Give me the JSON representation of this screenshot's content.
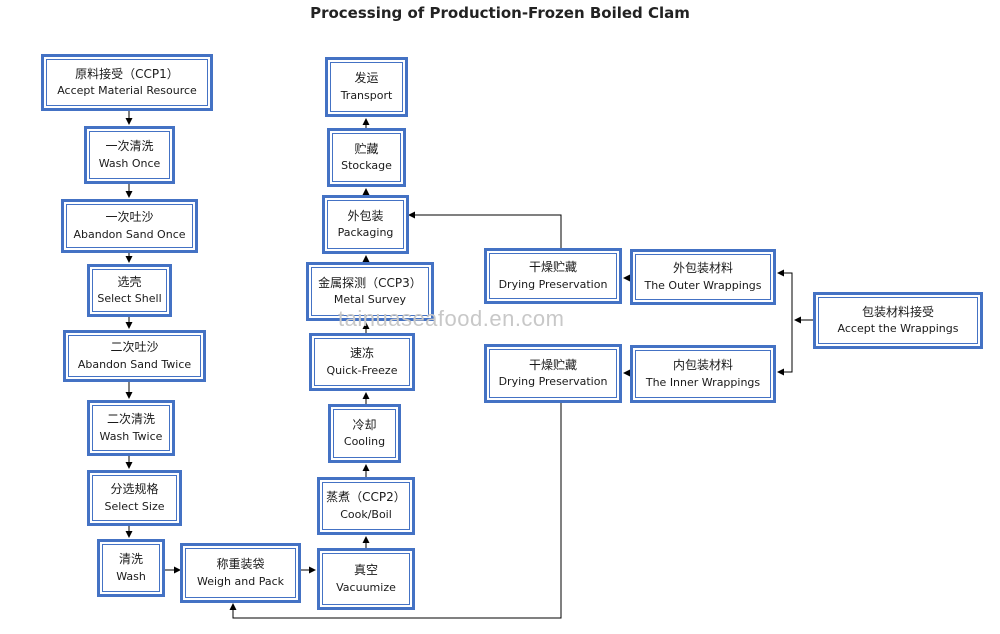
{
  "title": "Processing of Production-Frozen Boiled Clam",
  "watermark": "tainuaseafood.en.com",
  "colors": {
    "box_border": "#4472c4",
    "arrow": "#000000"
  },
  "nodes": {
    "accept_material": {
      "zh": "原料接受（CCP1）",
      "en": "Accept Material Resource"
    },
    "wash_once": {
      "zh": "一次清洗",
      "en": "Wash Once"
    },
    "abandon_sand_once": {
      "zh": "一次吐沙",
      "en": "Abandon Sand Once"
    },
    "select_shell": {
      "zh": "选壳",
      "en": "Select Shell"
    },
    "abandon_sand_twice": {
      "zh": "二次吐沙",
      "en": "Abandon Sand Twice"
    },
    "wash_twice": {
      "zh": "二次清洗",
      "en": "Wash Twice"
    },
    "select_size": {
      "zh": "分选规格",
      "en": "Select Size"
    },
    "wash": {
      "zh": "清洗",
      "en": "Wash"
    },
    "weigh_pack": {
      "zh": "称重装袋",
      "en": "Weigh and Pack"
    },
    "vacuumize": {
      "zh": "真空",
      "en": "Vacuumize"
    },
    "cook_boil": {
      "zh": "蒸煮（CCP2）",
      "en": "Cook/Boil"
    },
    "cooling": {
      "zh": "冷却",
      "en": "Cooling"
    },
    "quick_freeze": {
      "zh": "速冻",
      "en": "Quick-Freeze"
    },
    "metal_survey": {
      "zh": "金属探测（CCP3）",
      "en": "Metal Survey"
    },
    "packaging": {
      "zh": "外包装",
      "en": "Packaging"
    },
    "stockage": {
      "zh": "贮藏",
      "en": "Stockage"
    },
    "transport": {
      "zh": "发运",
      "en": "Transport"
    },
    "drying_pres_top": {
      "zh": "干燥贮藏",
      "en": "Drying Preservation"
    },
    "outer_wrappings": {
      "zh": "外包装材料",
      "en": "The Outer Wrappings"
    },
    "drying_pres_bottom": {
      "zh": "干燥贮藏",
      "en": "Drying Preservation"
    },
    "inner_wrappings": {
      "zh": "内包装材料",
      "en": "The Inner Wrappings"
    },
    "accept_wrappings": {
      "zh": "包装材料接受",
      "en": "Accept the Wrappings"
    }
  }
}
